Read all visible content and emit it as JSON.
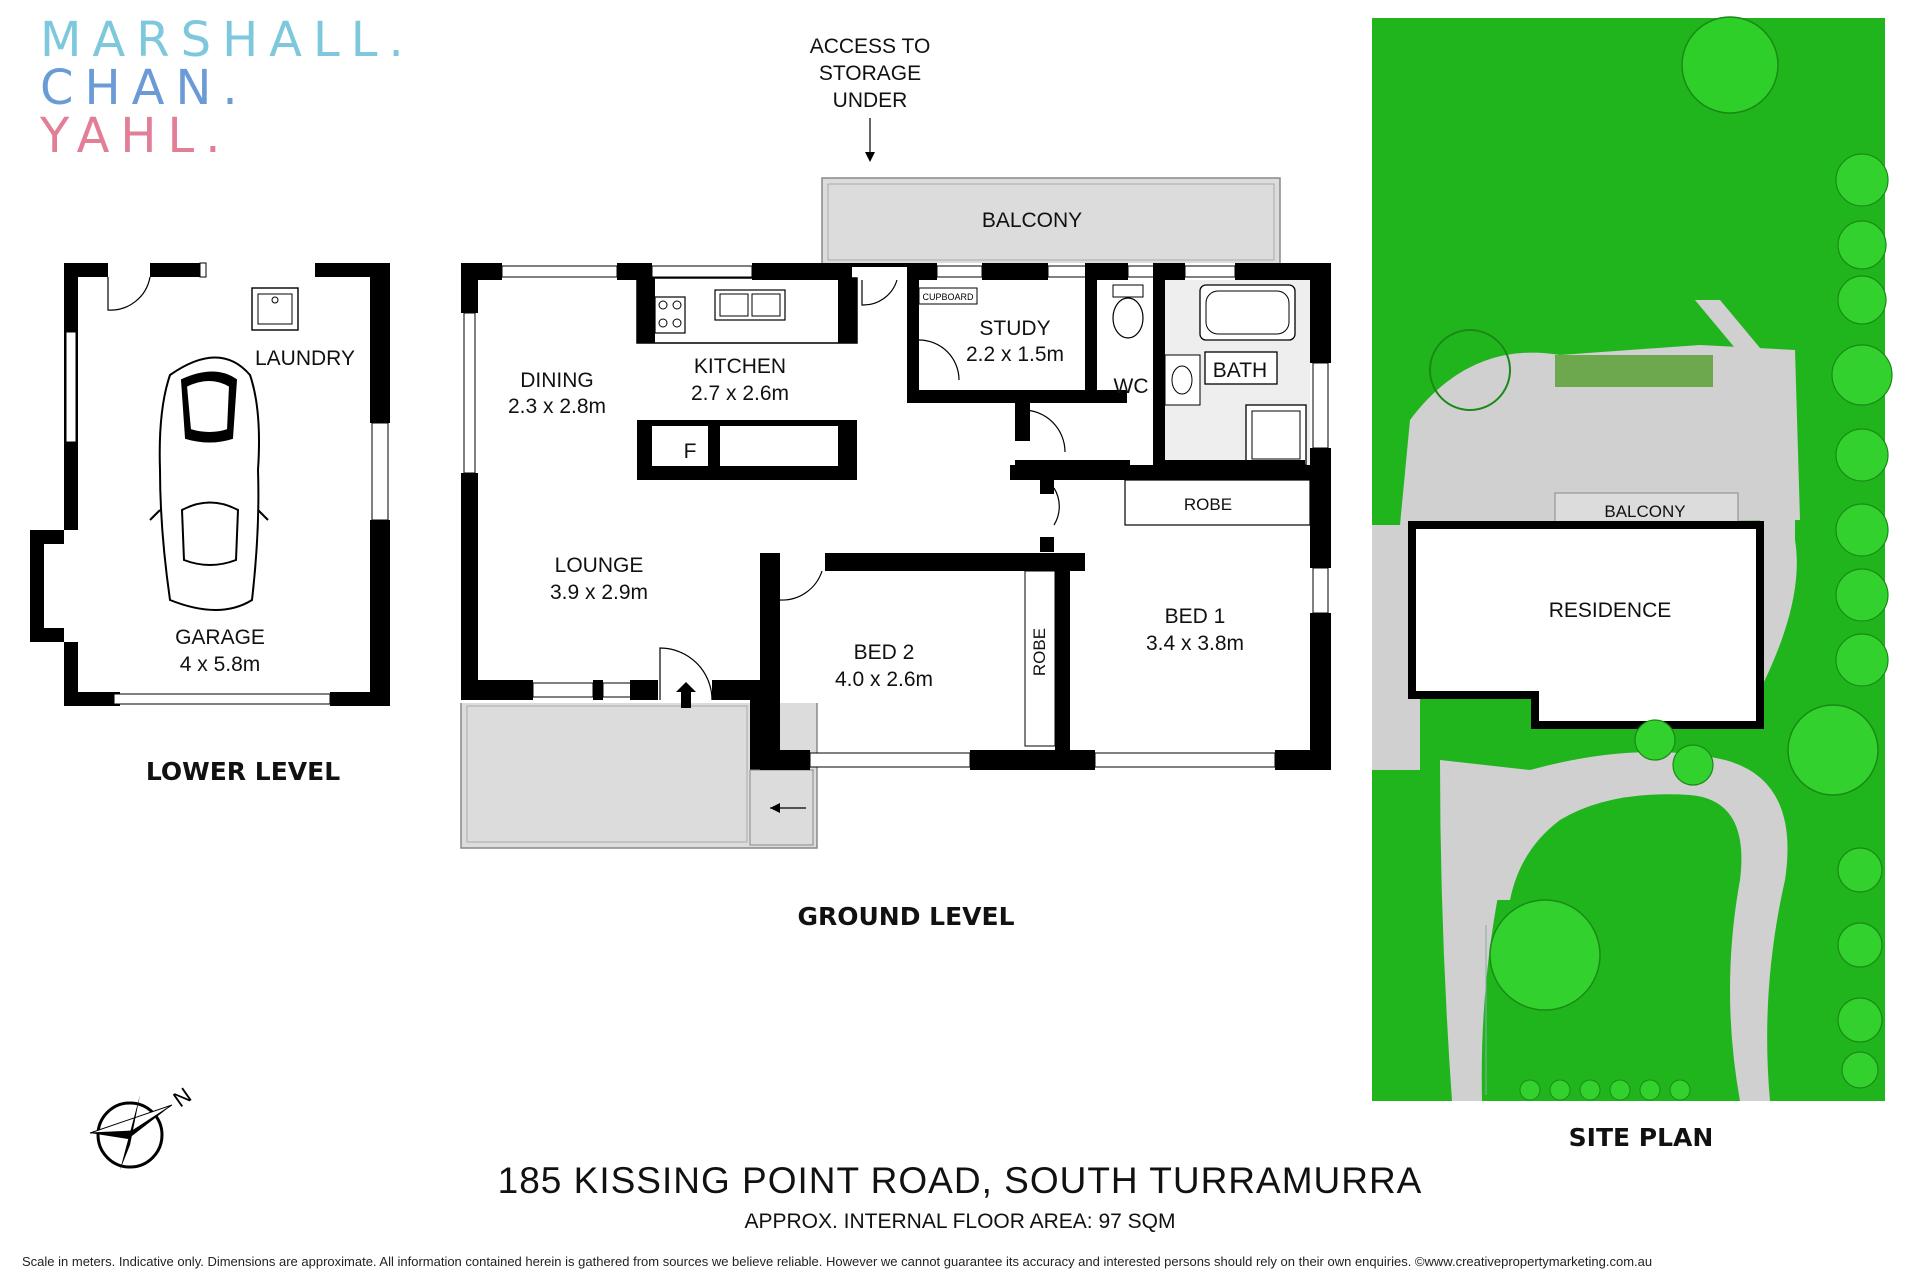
{
  "logo": {
    "line1": "MARSHALL.",
    "line2": "CHAN.",
    "line3": "YAHL.",
    "colors": [
      "#7ec8dd",
      "#6a9bd6",
      "#e27e96"
    ]
  },
  "annotations": {
    "access_line1": "ACCESS TO",
    "access_line2": "STORAGE",
    "access_line3": "UNDER"
  },
  "ground_level": {
    "balcony": "BALCONY",
    "dining": {
      "name": "DINING",
      "dims": "2.3 x 2.8m"
    },
    "kitchen": {
      "name": "KITCHEN",
      "dims": "2.7 x 2.6m"
    },
    "fridge": "F",
    "study": {
      "name": "STUDY",
      "dims": "2.2 x 1.5m"
    },
    "cupboard": "CUPBOARD",
    "wc": "WC",
    "bath": "BATH",
    "robe1": "ROBE",
    "robe2": "ROBE",
    "lounge": {
      "name": "LOUNGE",
      "dims": "3.9 x 2.9m"
    },
    "bed2": {
      "name": "BED 2",
      "dims": "4.0 x 2.6m"
    },
    "bed1": {
      "name": "BED 1",
      "dims": "3.4 x 3.8m"
    }
  },
  "lower_level": {
    "laundry": "LAUNDRY",
    "garage": {
      "name": "GARAGE",
      "dims": "4 x 5.8m"
    }
  },
  "site_plan": {
    "balcony": "BALCONY",
    "residence": "RESIDENCE"
  },
  "labels": {
    "lower_level": "LOWER LEVEL",
    "ground_level": "GROUND LEVEL",
    "site_plan": "SITE PLAN",
    "compass_n": "N"
  },
  "colors": {
    "wall": "#000000",
    "balcony_fill": "#dcdcdc",
    "grass": "#21b51d",
    "path": "#d0d0d0"
  },
  "footer": {
    "address": "185 KISSING POINT ROAD, SOUTH TURRAMURRA",
    "area": "APPROX. INTERNAL FLOOR AREA: 97 SQM",
    "disclaimer": "Scale in meters. Indicative only. Dimensions are approximate. All information contained herein is gathered from sources we believe reliable. However we cannot guarantee its accuracy and interested persons should rely on their own enquiries. ©www.creativepropertymarketing.com.au"
  }
}
